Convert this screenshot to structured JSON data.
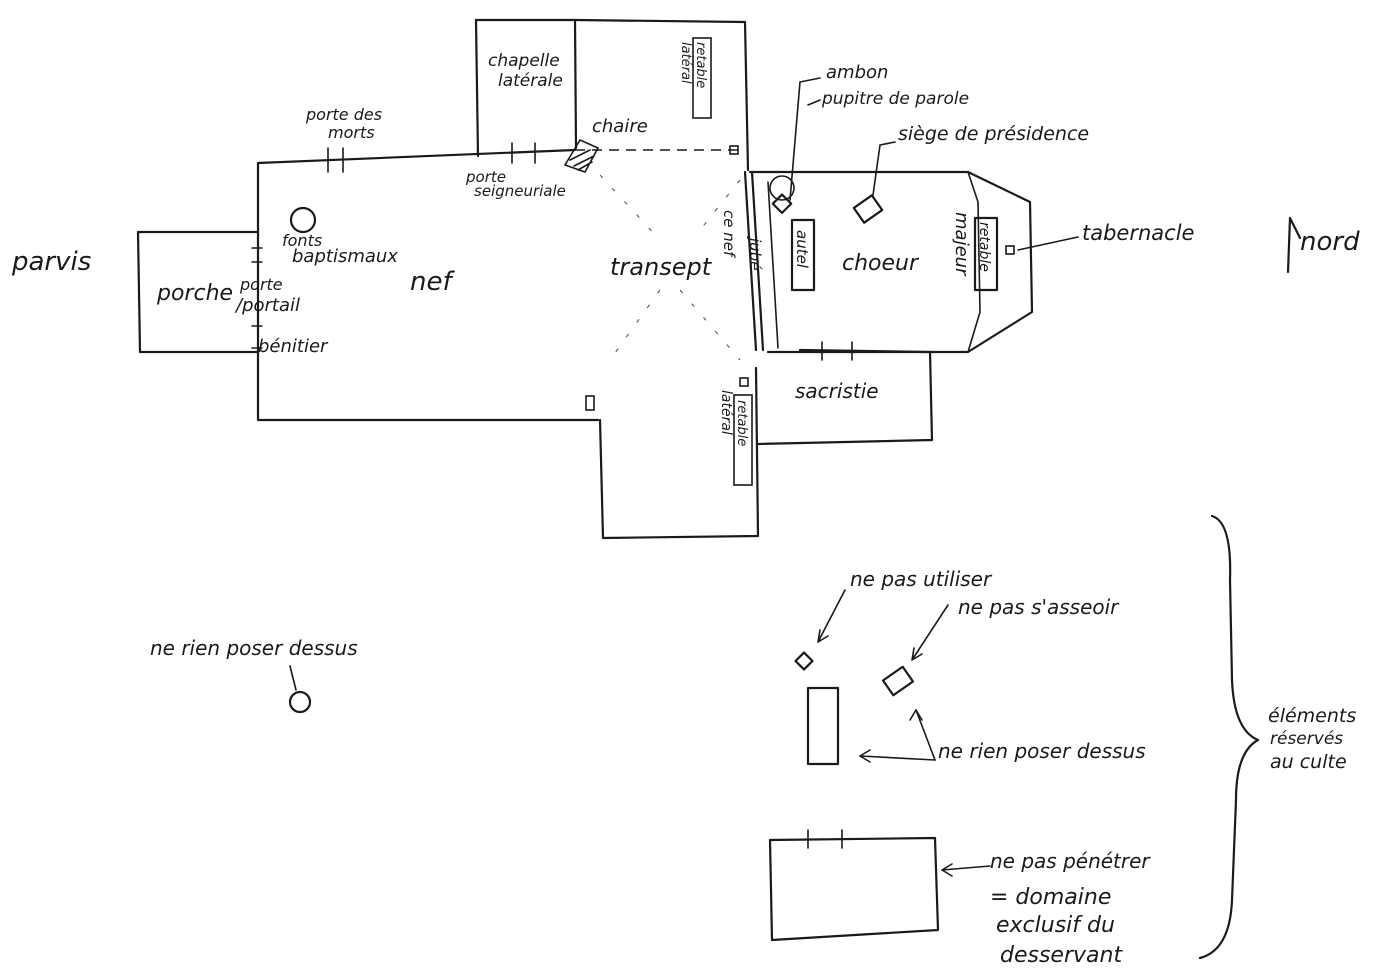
{
  "plan": {
    "parvis": "parvis",
    "porche": "porche",
    "porte_portail": [
      "porte",
      "/portail"
    ],
    "benitier": "bénitier",
    "fonts_baptismaux": [
      "fonts",
      "baptismaux"
    ],
    "nef": "nef",
    "porte_des_morts": [
      "porte des",
      "morts"
    ],
    "porte_seigneuriale": [
      "porte",
      "seigneuriale"
    ],
    "chapelle_laterale": [
      "chapelle",
      "latérale"
    ],
    "chaire": "chaire",
    "retable_lateral_nord": [
      "retable",
      "latéral"
    ],
    "transept": "transept",
    "nef_label_vertical": "ce nef",
    "jube": "jubé",
    "ambon": "ambon",
    "pupitre": "pupitre de parole",
    "siege_presidence": "siège de présidence",
    "autel": "autel",
    "choeur": "choeur",
    "retable_majeur": [
      "retable",
      "majeur"
    ],
    "tabernacle": "tabernacle",
    "sacristie": "sacristie",
    "retable_lateral_sud": [
      "retable",
      "latéral"
    ],
    "nord": "nord"
  },
  "legend": {
    "ne_rien_poser_1": "ne rien poser dessus",
    "ne_pas_utiliser": "ne pas utiliser",
    "ne_pas_sasseoir": "ne pas s'asseoir",
    "ne_rien_poser_2": "ne rien poser dessus",
    "ne_pas_penetrer": "ne pas pénétrer",
    "domaine": [
      "= domaine",
      "exclusif du",
      "desservant"
    ],
    "elements": [
      "éléments",
      "réservés",
      "au culte"
    ]
  }
}
